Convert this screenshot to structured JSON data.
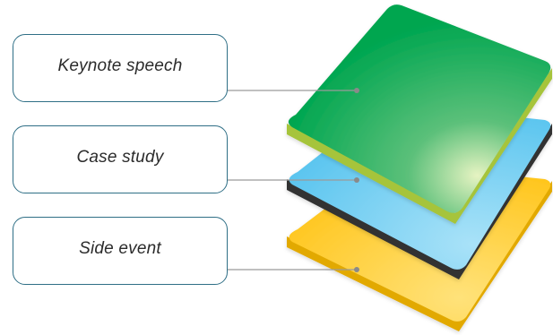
{
  "layers": [
    {
      "label": "Keynote speech",
      "color": "#00a650",
      "edge_color": "#a6c43a"
    },
    {
      "label": "Case study",
      "color": "#5bc5ef",
      "edge_color": "#3a3a3a"
    },
    {
      "label": "Side event",
      "color": "#ffc61e",
      "edge_color": "#e5a800"
    }
  ],
  "connector_color": "#9a9a9a"
}
